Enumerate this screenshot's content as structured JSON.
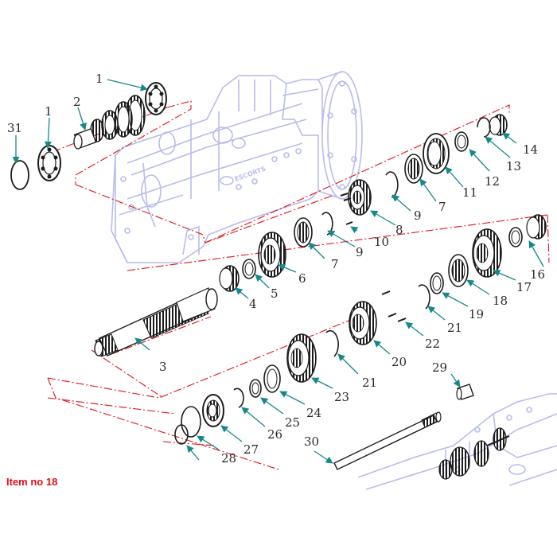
{
  "diagram": {
    "caption": "Item no 18",
    "housing_brand": "ESCORTS",
    "colors": {
      "housing_outline": "#b9bcea",
      "part_line": "#1c1c1c",
      "leader_arrow": "#17888a",
      "dash_boundary": "#e0121c",
      "caption": "#e0101a"
    },
    "callouts": [
      {
        "id": "c1a",
        "label": "1"
      },
      {
        "id": "c1b",
        "label": "1"
      },
      {
        "id": "c2",
        "label": "2"
      },
      {
        "id": "c3",
        "label": "3"
      },
      {
        "id": "c4",
        "label": "4"
      },
      {
        "id": "c5",
        "label": "5"
      },
      {
        "id": "c6",
        "label": "6"
      },
      {
        "id": "c7a",
        "label": "7"
      },
      {
        "id": "c7b",
        "label": "7"
      },
      {
        "id": "c8",
        "label": "8"
      },
      {
        "id": "c9a",
        "label": "9"
      },
      {
        "id": "c9b",
        "label": "9"
      },
      {
        "id": "c10",
        "label": "10"
      },
      {
        "id": "c11",
        "label": "11"
      },
      {
        "id": "c12",
        "label": "12"
      },
      {
        "id": "c13",
        "label": "13"
      },
      {
        "id": "c14",
        "label": "14"
      },
      {
        "id": "c16",
        "label": "16"
      },
      {
        "id": "c17",
        "label": "17"
      },
      {
        "id": "c18",
        "label": "18"
      },
      {
        "id": "c19",
        "label": "19"
      },
      {
        "id": "c20",
        "label": "20"
      },
      {
        "id": "c21a",
        "label": "21"
      },
      {
        "id": "c21b",
        "label": "21"
      },
      {
        "id": "c22",
        "label": "22"
      },
      {
        "id": "c23",
        "label": "23"
      },
      {
        "id": "c24",
        "label": "24"
      },
      {
        "id": "c25",
        "label": "25"
      },
      {
        "id": "c26",
        "label": "26"
      },
      {
        "id": "c27",
        "label": "27"
      },
      {
        "id": "c28",
        "label": "28"
      },
      {
        "id": "c29",
        "label": "29"
      },
      {
        "id": "c30",
        "label": "30"
      },
      {
        "id": "c31",
        "label": "31"
      }
    ]
  }
}
